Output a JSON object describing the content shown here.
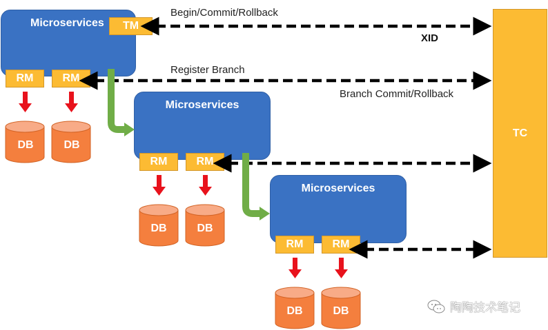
{
  "diagram": {
    "microservices": [
      {
        "title": "Microservices",
        "tm": "TM",
        "rms": [
          "RM",
          "RM"
        ],
        "dbs": [
          "DB",
          "DB"
        ]
      },
      {
        "title": "Microservices",
        "rms": [
          "RM",
          "RM"
        ],
        "dbs": [
          "DB",
          "DB"
        ]
      },
      {
        "title": "Microservices",
        "rms": [
          "RM",
          "RM"
        ],
        "dbs": [
          "DB",
          "DB"
        ]
      }
    ],
    "tc": {
      "label": "TC"
    },
    "arrows": {
      "begin_commit_rollback": "Begin/Commit/Rollback",
      "xid": "XID",
      "register_branch": "Register Branch",
      "branch_commit_rollback": "Branch Commit/Rollback"
    },
    "colors": {
      "microservice": "#3a72c3",
      "component": "#fcbb33",
      "db": "#f47f3e",
      "db_top": "#f8ab87",
      "flow_arrow": "#70ad47",
      "db_arrow": "#e8121c"
    }
  },
  "watermark": {
    "text": "陶陶技术笔记"
  }
}
